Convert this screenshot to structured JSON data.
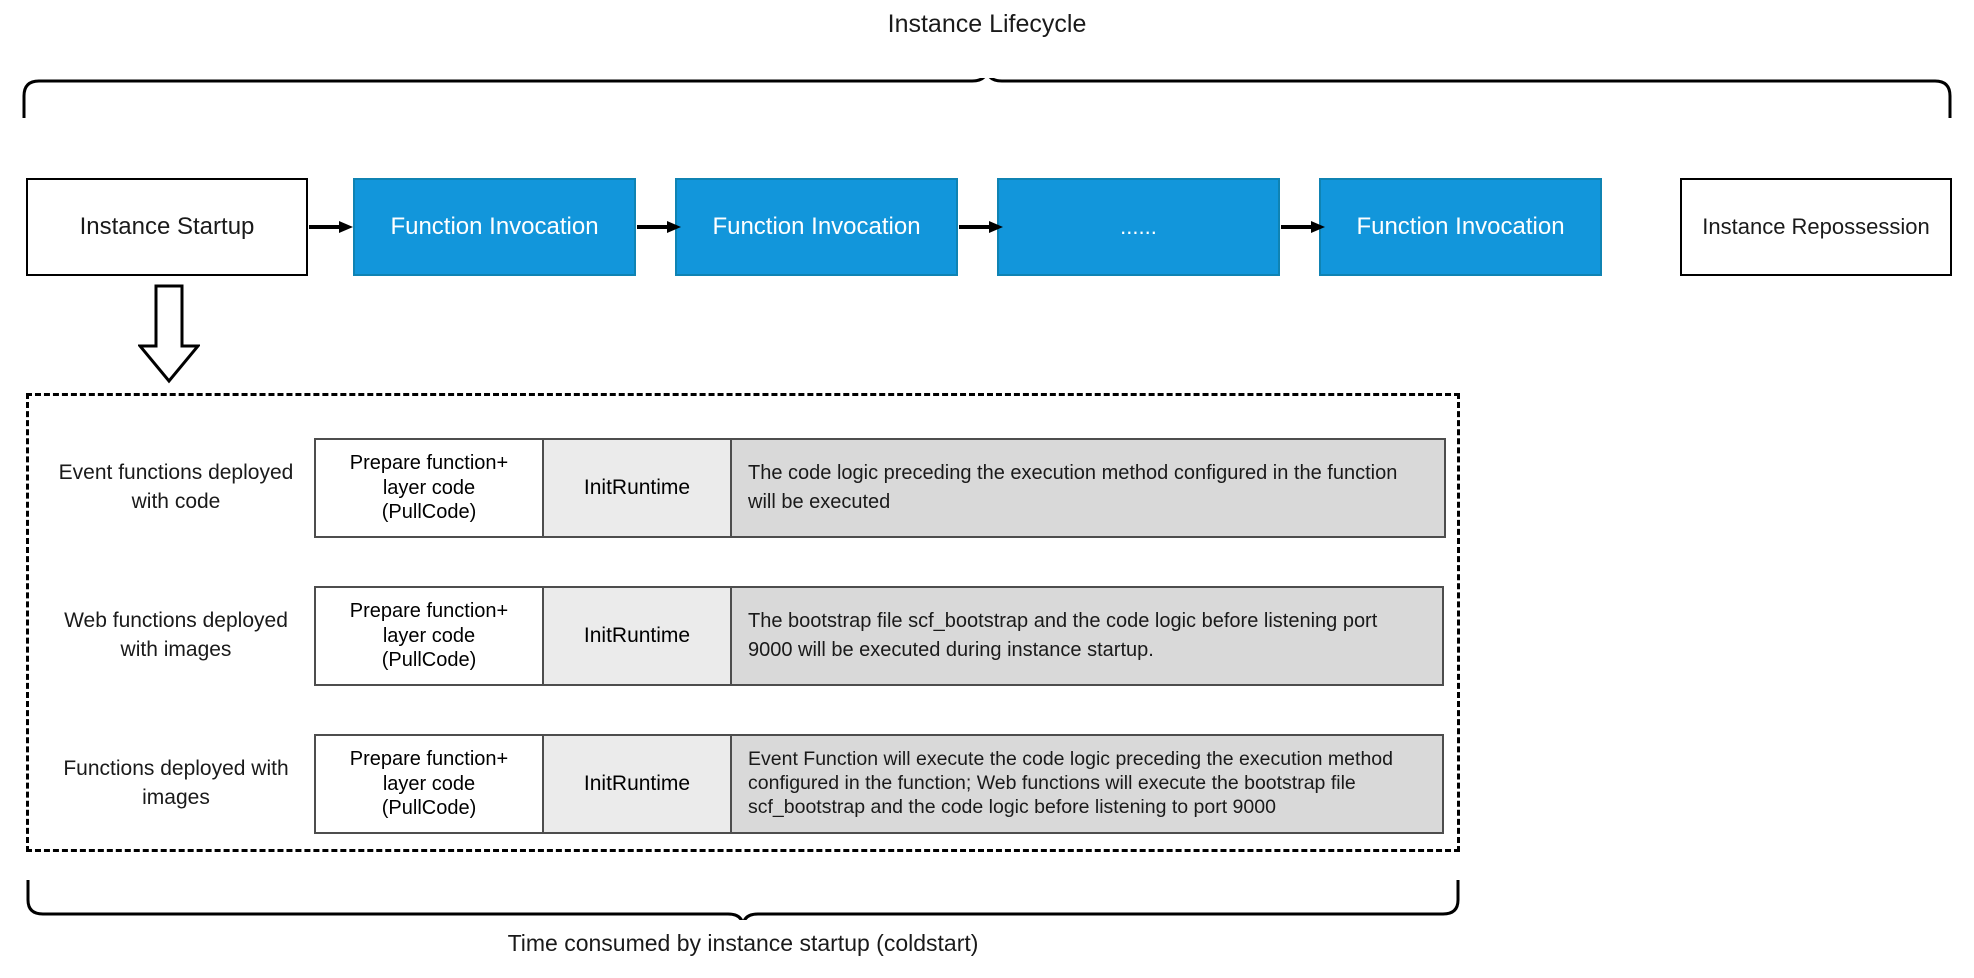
{
  "diagram": {
    "title": "Instance Lifecycle",
    "lifecycle_boxes": [
      {
        "label": "Instance Startup",
        "style": "white"
      },
      {
        "label": "Function Invocation",
        "style": "blue"
      },
      {
        "label": "Function Invocation",
        "style": "blue"
      },
      {
        "label": "......",
        "style": "blue"
      },
      {
        "label": "Function Invocation",
        "style": "blue"
      }
    ],
    "repossession_box": {
      "label": "Instance  Repossession",
      "style": "white"
    },
    "coldstart_rows": [
      {
        "label": "Event functions deployed with code",
        "prepare": "Prepare function+ layer code (PullCode)",
        "prepare_line1": "Prepare function+",
        "prepare_line2": "layer code",
        "prepare_line3": "(PullCode)",
        "init": "InitRuntime",
        "description": "The code logic preceding the execution method configured in the function will be executed"
      },
      {
        "label": "Web functions deployed with images",
        "prepare_line1": "Prepare function+",
        "prepare_line2": "layer code",
        "prepare_line3": "(PullCode)",
        "init": "InitRuntime",
        "description": "The bootstrap file scf_bootstrap and the code logic before listening port 9000 will be executed during instance startup."
      },
      {
        "label": "Functions deployed with images",
        "prepare_line1": "Prepare function+",
        "prepare_line2": "layer code",
        "prepare_line3": "(PullCode)",
        "init": "InitRuntime",
        "description": "Event Function will execute the code logic preceding the execution method configured in the function; Web functions will execute the bootstrap file scf_bootstrap and the code logic before listening to port 9000"
      }
    ],
    "bottom_caption": "Time consumed by instance startup (coldstart)",
    "colors": {
      "blue": "#1296db",
      "segment_init_bg": "#ebebeb",
      "segment_desc_bg": "#d9d9d9",
      "stroke": "#000000"
    }
  }
}
